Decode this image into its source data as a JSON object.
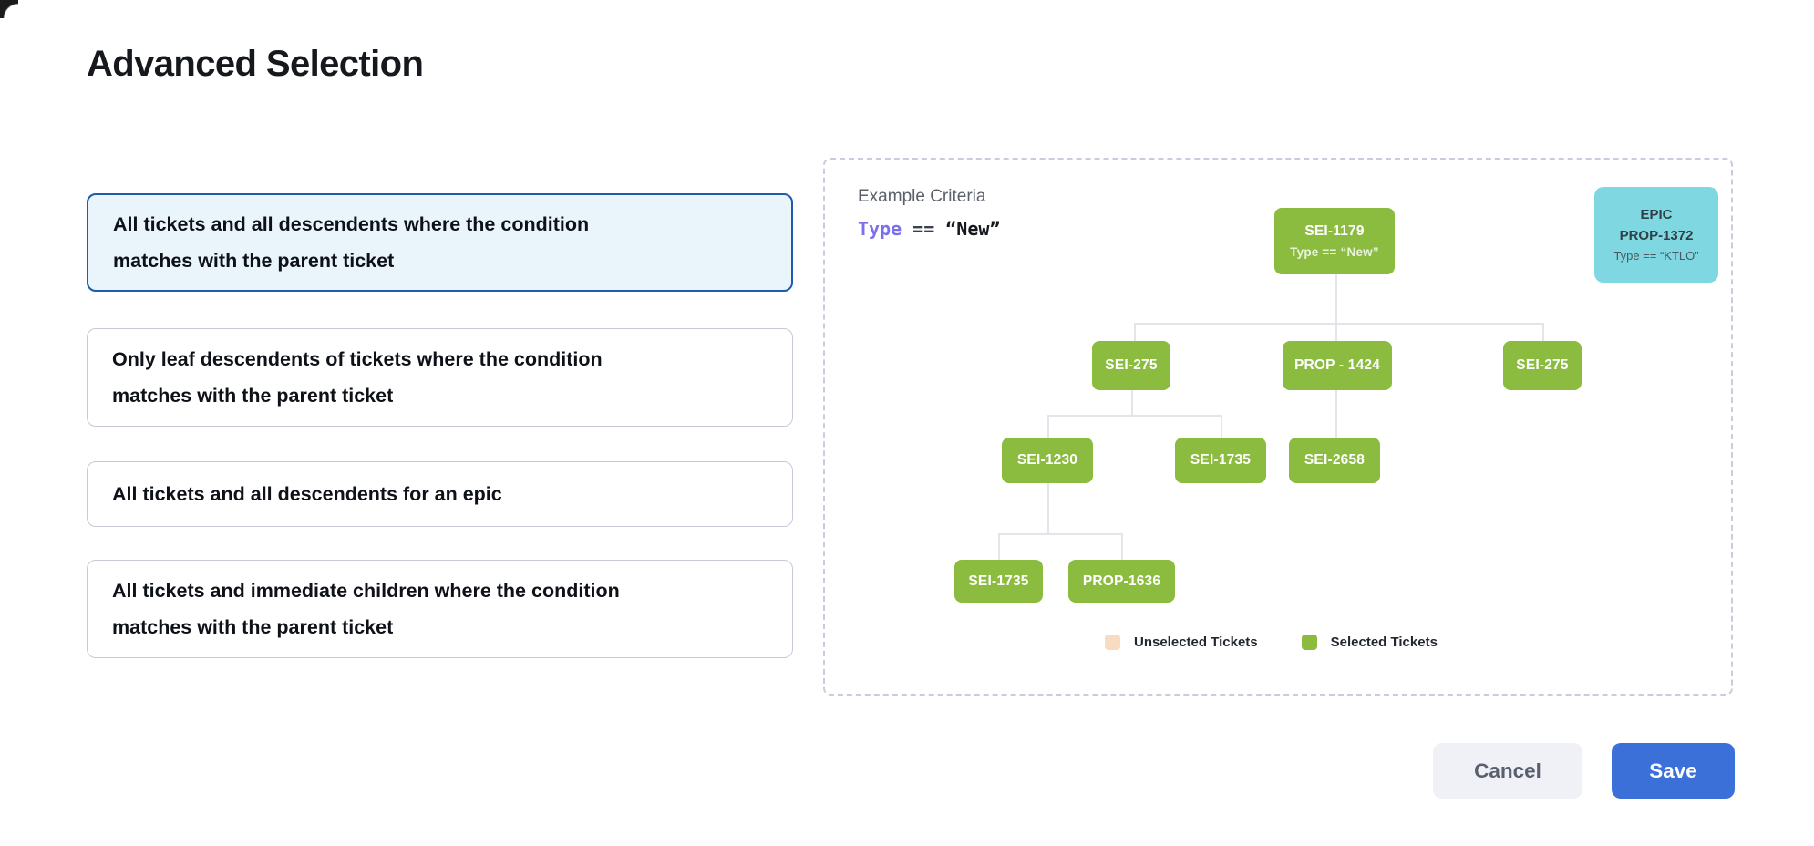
{
  "window": {
    "title": "Advanced Selection"
  },
  "options": [
    {
      "label": "All tickets and all descendents where the condition matches with the parent ticket",
      "selected": true
    },
    {
      "label": "Only leaf descendents of tickets where the condition matches with the parent ticket",
      "selected": false
    },
    {
      "label": "All tickets and all descendents for an epic",
      "selected": false
    },
    {
      "label": "All tickets and immediate children where the condition matches with the parent ticket",
      "selected": false
    }
  ],
  "example_panel": {
    "heading": "Example Criteria",
    "criteria": {
      "field": "Type",
      "operator": "==",
      "value": "“New”"
    },
    "epic_card": {
      "type_label": "EPIC",
      "ticket": "PROP-1372",
      "condition": "Type == “KTLO”"
    },
    "tree": {
      "root": {
        "label": "SEI-1179",
        "condition": "Type == “New”"
      },
      "level2": [
        "SEI-275",
        "PROP - 1424",
        "SEI-275"
      ],
      "level3": [
        "SEI-1230",
        "SEI-1735",
        "SEI-2658"
      ],
      "level4": [
        "SEI-1735",
        "PROP-1636"
      ]
    },
    "legend": {
      "unselected": {
        "label": "Unselected Tickets",
        "color": "#F7DCC2"
      },
      "selected": {
        "label": "Selected Tickets",
        "color": "#8BBC40"
      }
    }
  },
  "footer": {
    "cancel_label": "Cancel",
    "save_label": "Save"
  },
  "colors": {
    "selected_ticket": "#8BBC40",
    "unselected_ticket": "#F7DCC2",
    "epic_card": "#7FD8E1",
    "save_button": "#3B70D8",
    "selected_option_border": "#1C5CAE",
    "selected_option_bg": "#EAF4FB",
    "criteria_field": "#7A70EE"
  }
}
